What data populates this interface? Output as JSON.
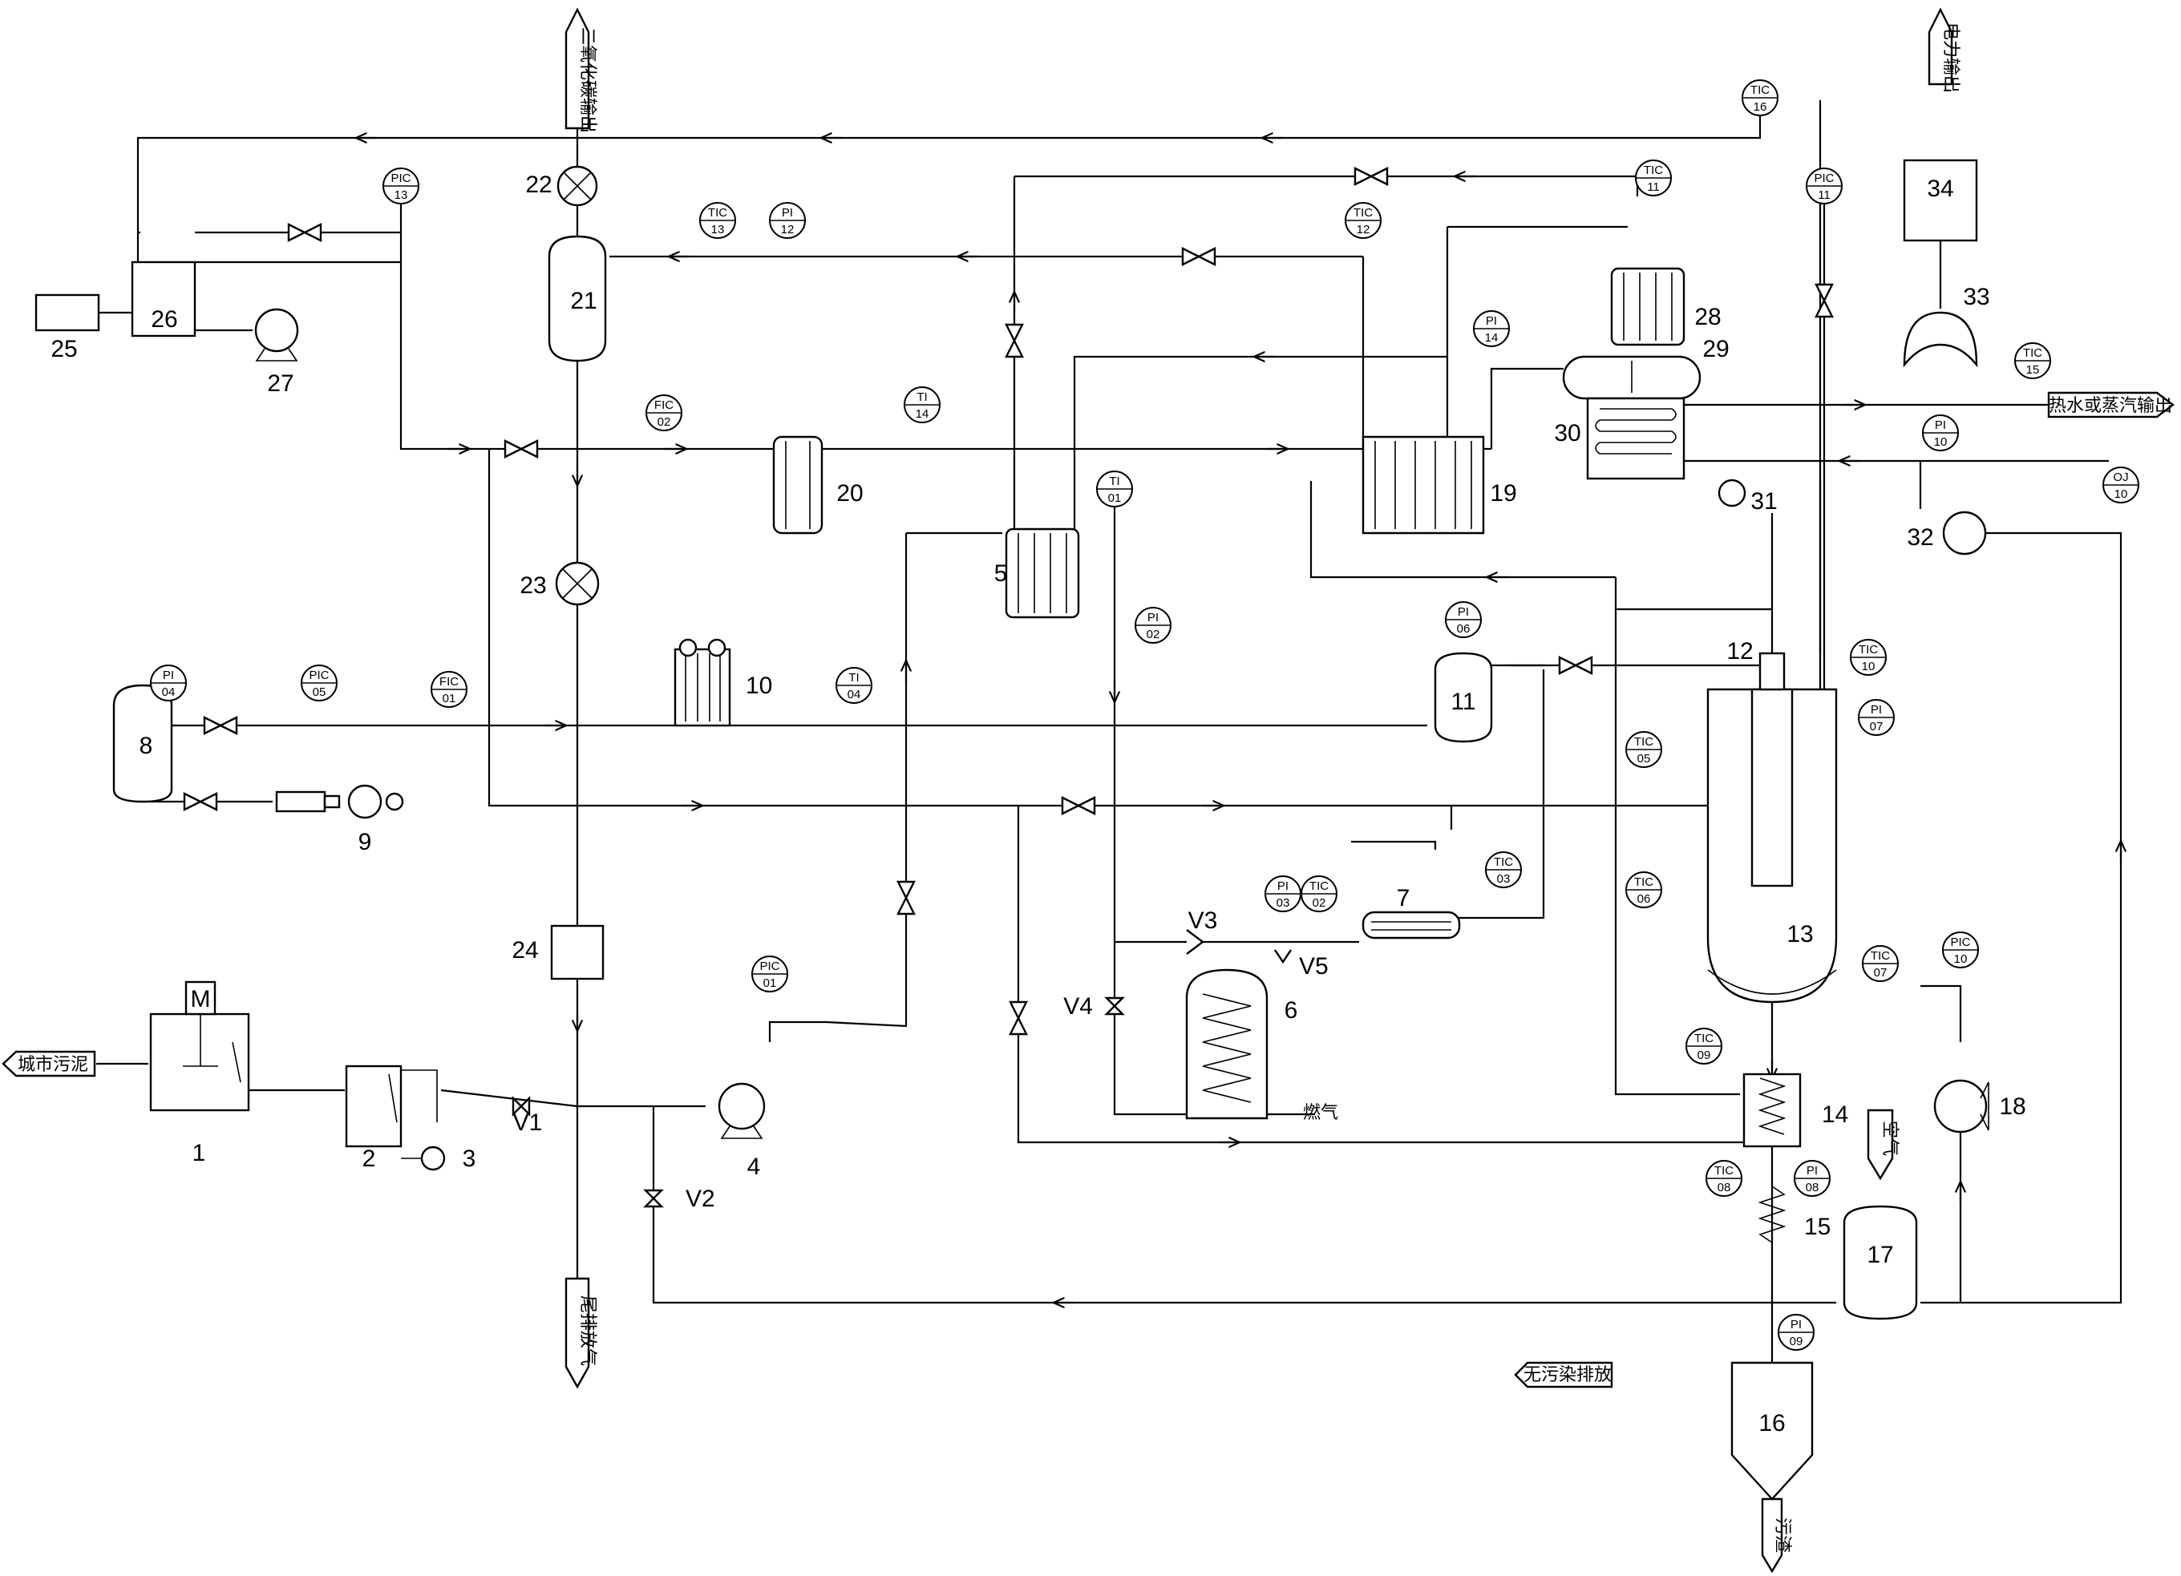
{
  "equipment": [
    {
      "id": "1",
      "label": "1"
    },
    {
      "id": "2",
      "label": "2"
    },
    {
      "id": "3",
      "label": "3"
    },
    {
      "id": "4",
      "label": "4"
    },
    {
      "id": "5",
      "label": "5"
    },
    {
      "id": "6",
      "label": "6"
    },
    {
      "id": "7",
      "label": "7"
    },
    {
      "id": "8",
      "label": "8"
    },
    {
      "id": "9",
      "label": "9"
    },
    {
      "id": "10",
      "label": "10"
    },
    {
      "id": "11",
      "label": "11"
    },
    {
      "id": "12",
      "label": "12"
    },
    {
      "id": "13",
      "label": "13"
    },
    {
      "id": "14",
      "label": "14"
    },
    {
      "id": "15",
      "label": "15"
    },
    {
      "id": "16",
      "label": "16"
    },
    {
      "id": "17",
      "label": "17"
    },
    {
      "id": "18",
      "label": "18"
    },
    {
      "id": "19",
      "label": "19"
    },
    {
      "id": "20",
      "label": "20"
    },
    {
      "id": "21",
      "label": "21"
    },
    {
      "id": "22",
      "label": "22"
    },
    {
      "id": "23",
      "label": "23"
    },
    {
      "id": "24",
      "label": "24"
    },
    {
      "id": "25",
      "label": "25"
    },
    {
      "id": "26",
      "label": "26"
    },
    {
      "id": "27",
      "label": "27"
    },
    {
      "id": "28",
      "label": "28"
    },
    {
      "id": "29",
      "label": "29"
    },
    {
      "id": "30",
      "label": "30"
    },
    {
      "id": "31",
      "label": "31"
    },
    {
      "id": "32",
      "label": "32"
    },
    {
      "id": "33",
      "label": "33"
    },
    {
      "id": "34",
      "label": "34"
    }
  ],
  "valves": {
    "v1": "V1",
    "v2": "V2",
    "v3": "V3",
    "v4": "V4",
    "v5": "V5"
  },
  "motor_label": "M",
  "streams": {
    "sludge_in": "城市污泥",
    "co2_out": "二氧化碳输出",
    "tail_gas": "尾排放气",
    "fuel": "燃气",
    "steam_out": "热水或蒸汽输出",
    "power_out": "电力输出",
    "clean_discharge": "无污染排放",
    "sludge_out": "污渣",
    "air_in": "空气"
  },
  "instruments": [
    {
      "id": "pic13",
      "l1": "PIC",
      "l2": "13"
    },
    {
      "id": "tic13",
      "l1": "TIC",
      "l2": "13"
    },
    {
      "id": "pi12",
      "l1": "PI",
      "l2": "12"
    },
    {
      "id": "tic12",
      "l1": "TIC",
      "l2": "12"
    },
    {
      "id": "fic02",
      "l1": "FIC",
      "l2": "02"
    },
    {
      "id": "ti14",
      "l1": "TI",
      "l2": "14"
    },
    {
      "id": "tic16",
      "l1": "TIC",
      "l2": "16"
    },
    {
      "id": "pic11",
      "l1": "PIC",
      "l2": "11"
    },
    {
      "id": "tic11",
      "l1": "TIC",
      "l2": "11"
    },
    {
      "id": "pi14",
      "l1": "PI",
      "l2": "14"
    },
    {
      "id": "tic15",
      "l1": "TIC",
      "l2": "15"
    },
    {
      "id": "pi10",
      "l1": "PI",
      "l2": "10"
    },
    {
      "id": "oj10",
      "l1": "OJ",
      "l2": "10"
    },
    {
      "id": "ti01",
      "l1": "TI",
      "l2": "01"
    },
    {
      "id": "pi02",
      "l1": "PI",
      "l2": "02"
    },
    {
      "id": "pi04",
      "l1": "PI",
      "l2": "04"
    },
    {
      "id": "pic05",
      "l1": "PIC",
      "l2": "05"
    },
    {
      "id": "fic01",
      "l1": "FIC",
      "l2": "01"
    },
    {
      "id": "ti04",
      "l1": "TI",
      "l2": "04"
    },
    {
      "id": "pi06",
      "l1": "PI",
      "l2": "06"
    },
    {
      "id": "tic10",
      "l1": "TIC",
      "l2": "10"
    },
    {
      "id": "pi07",
      "l1": "PI",
      "l2": "07"
    },
    {
      "id": "tic05",
      "l1": "TIC",
      "l2": "05"
    },
    {
      "id": "tic06",
      "l1": "TIC",
      "l2": "06"
    },
    {
      "id": "tic03",
      "l1": "TIC",
      "l2": "03"
    },
    {
      "id": "pi03",
      "l1": "PI",
      "l2": "03"
    },
    {
      "id": "tic02",
      "l1": "TIC",
      "l2": "02"
    },
    {
      "id": "tic07",
      "l1": "TIC",
      "l2": "07"
    },
    {
      "id": "pic10",
      "l1": "PIC",
      "l2": "10"
    },
    {
      "id": "pic01",
      "l1": "PIC",
      "l2": "01"
    },
    {
      "id": "tic09",
      "l1": "TIC",
      "l2": "09"
    },
    {
      "id": "tic08",
      "l1": "TIC",
      "l2": "08"
    },
    {
      "id": "pi08",
      "l1": "PI",
      "l2": "08"
    },
    {
      "id": "pi09",
      "l1": "PI",
      "l2": "09"
    }
  ]
}
